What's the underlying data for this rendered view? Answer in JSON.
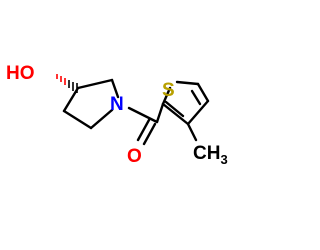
{
  "molecule": {
    "atoms": {
      "hydroxyl": "HO",
      "nitrogen": "N",
      "sulfur": "S",
      "oxygen": "O",
      "methyl": "CH",
      "methyl_subscript": "3"
    },
    "colors": {
      "bond": "#000000",
      "hydroxyl": "#ff0000",
      "nitrogen": "#0000ff",
      "sulfur": "#b8a000",
      "oxygen": "#ff0000",
      "carbon": "#000000"
    }
  }
}
